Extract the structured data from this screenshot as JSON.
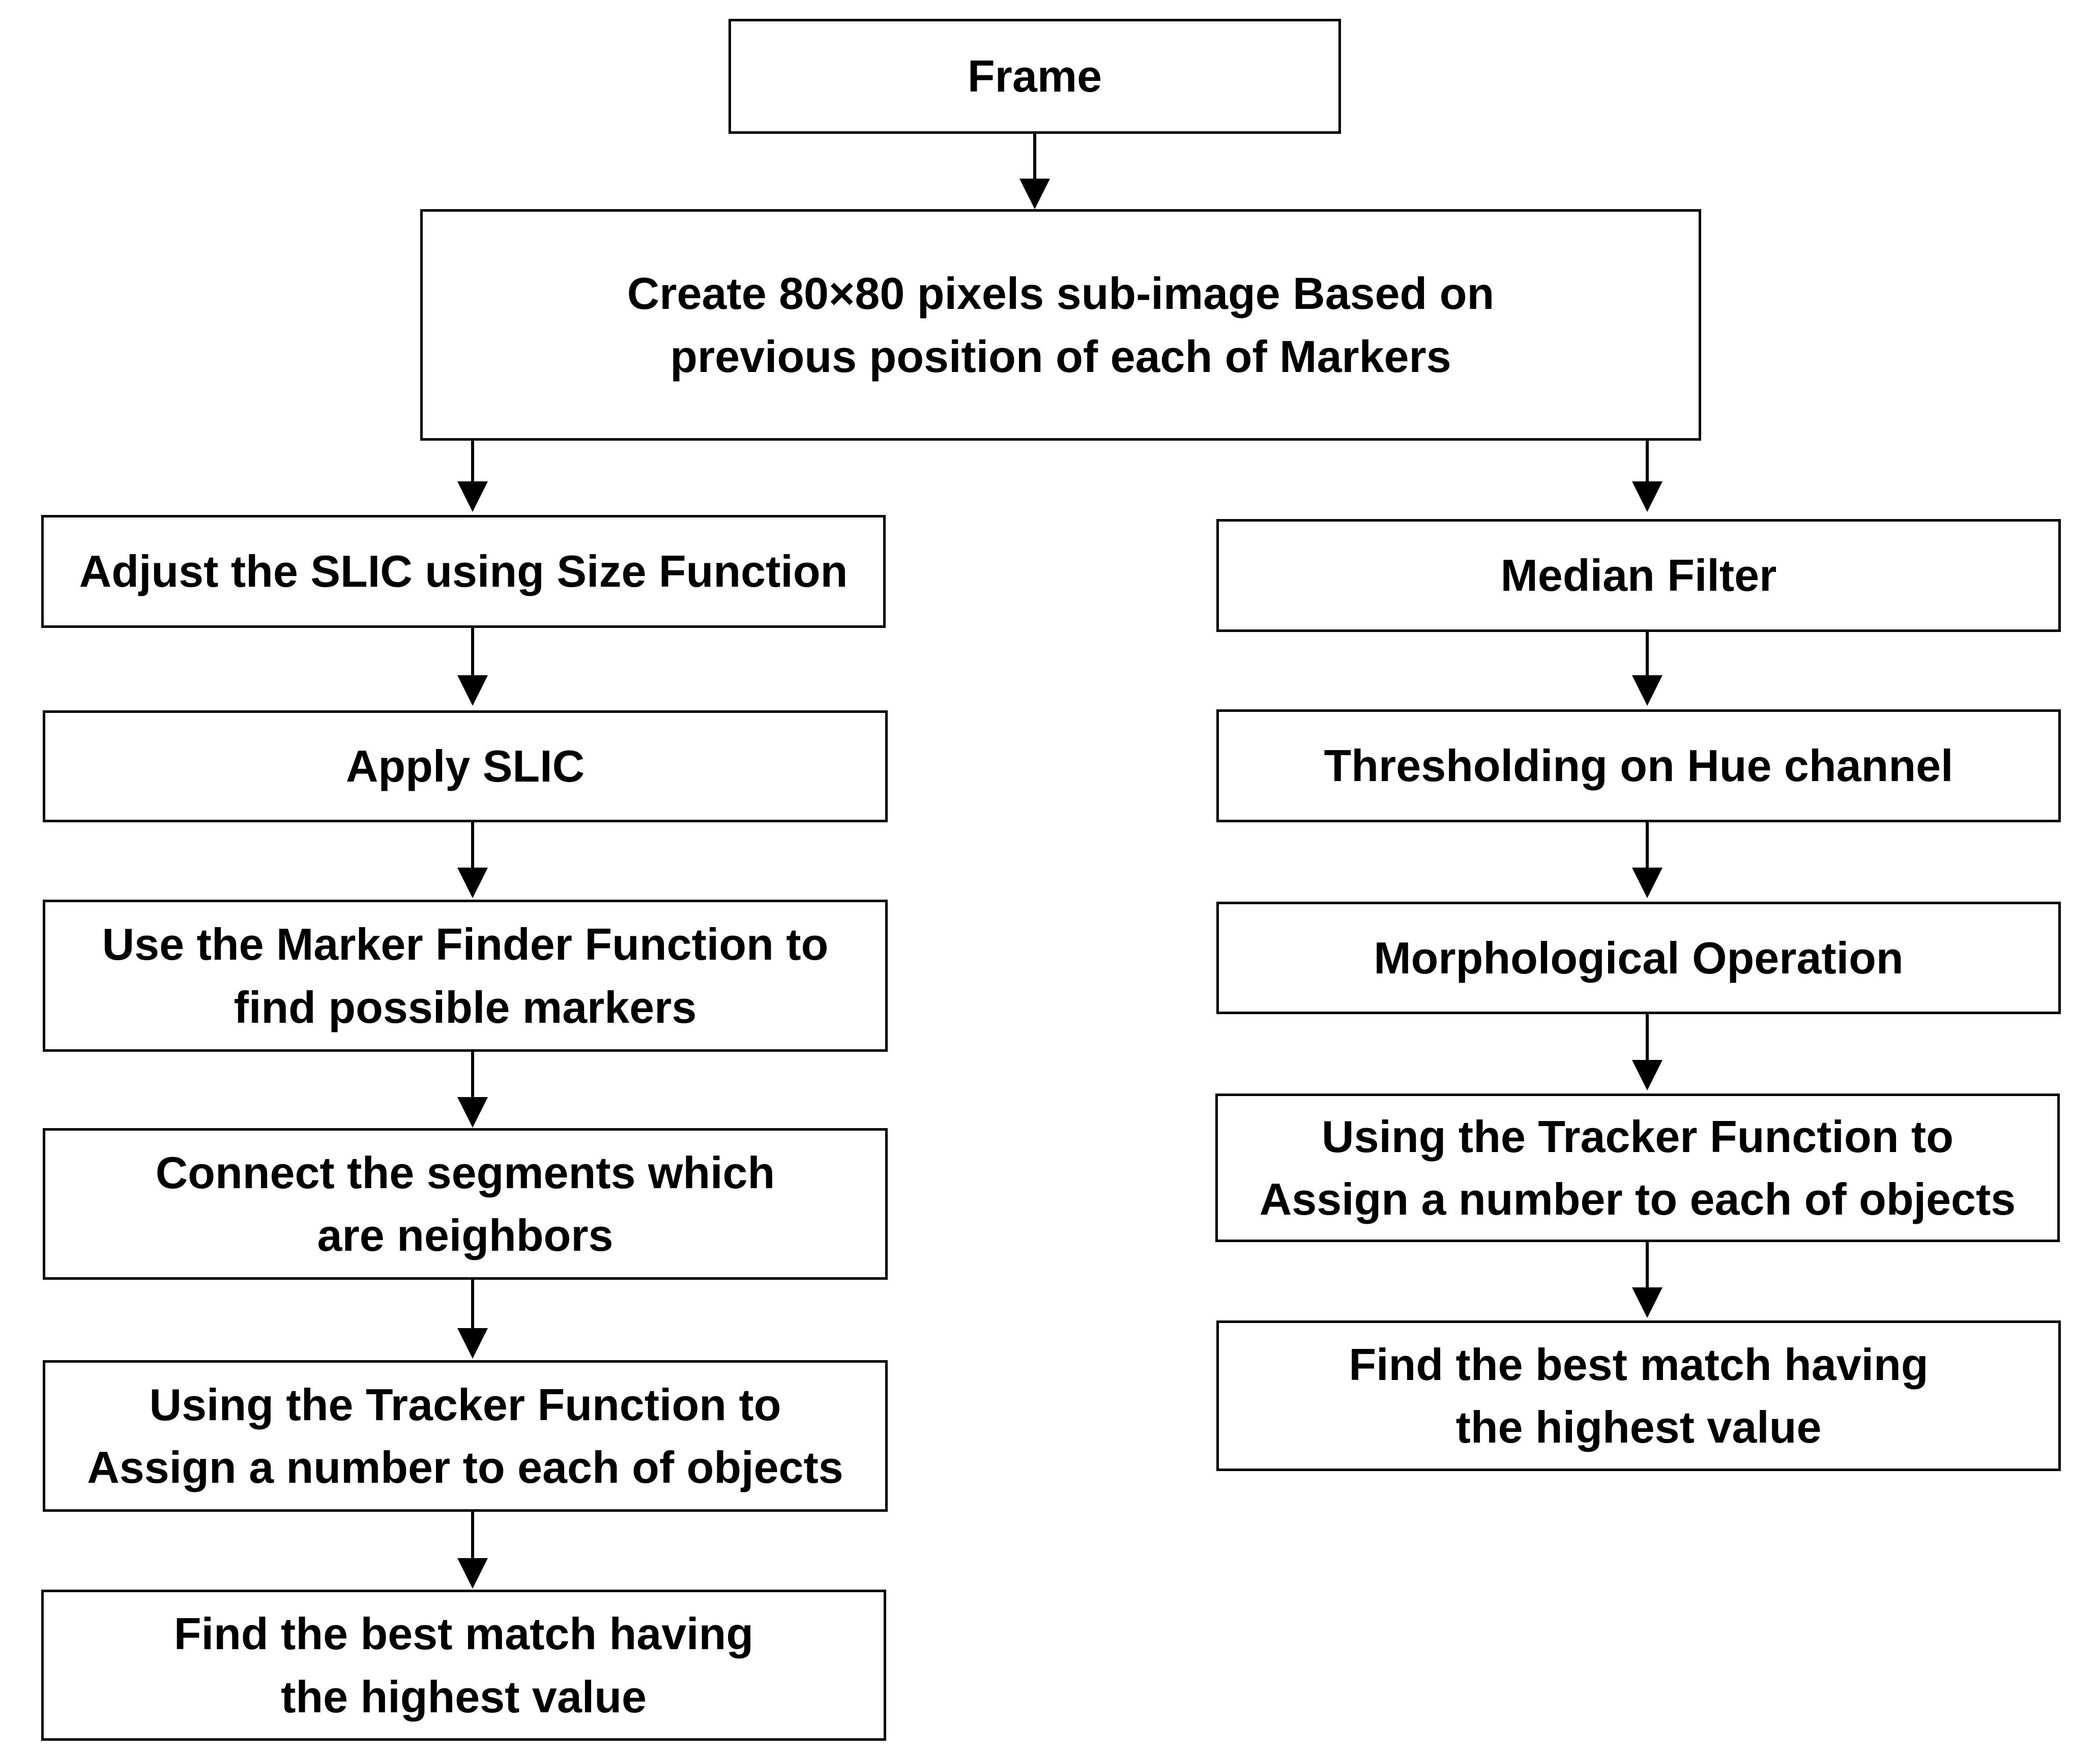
{
  "flowchart": {
    "frame": "Frame",
    "create_subimage": "Create 80×80 pixels sub-image Based on previous position of each of Markers",
    "left_branch": [
      "Adjust the SLIC using Size Function",
      "Apply SLIC",
      "Use the Marker Finder Function to find possible markers",
      "Connect the segments which are neighbors",
      "Using the Tracker Function to Assign a number to each of objects",
      "Find the best match having the highest value"
    ],
    "right_branch": [
      "Median Filter",
      "Thresholding on Hue channel",
      "Morphological Operation",
      "Using the Tracker Function to Assign a number to each of objects",
      "Find the best match having the highest value"
    ]
  }
}
